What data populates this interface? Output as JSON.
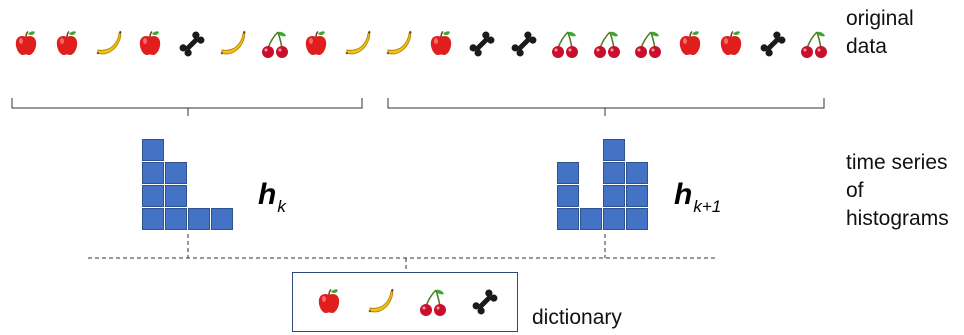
{
  "labels": {
    "original_line1": "original",
    "original_line2": "data",
    "timeseries_line1": "time series",
    "timeseries_line2": "of",
    "timeseries_line3": "histograms",
    "dictionary": "dictionary"
  },
  "histograms": [
    {
      "symbol": "h",
      "subscript": "k",
      "counts": [
        4,
        3,
        1,
        1
      ]
    },
    {
      "symbol": "h",
      "subscript": "k+1",
      "counts": [
        3,
        1,
        4,
        3
      ]
    }
  ],
  "dictionary_items": [
    "apple",
    "banana",
    "cherry",
    "bone"
  ],
  "data_sequence": [
    "apple",
    "apple",
    "banana",
    "apple",
    "bone",
    "banana",
    "cherry",
    "apple",
    "banana",
    "banana",
    "apple",
    "bone",
    "bone",
    "cherry",
    "cherry",
    "cherry",
    "apple",
    "apple",
    "bone",
    "cherry"
  ],
  "colors": {
    "histogram_fill": "#4472c4",
    "histogram_border": "#2f528f",
    "dictionary_border": "#2f4a78",
    "apple": "#e01e1e",
    "banana": "#f2c318",
    "cherry": "#c8102e",
    "bone": "#1a1a1a"
  }
}
